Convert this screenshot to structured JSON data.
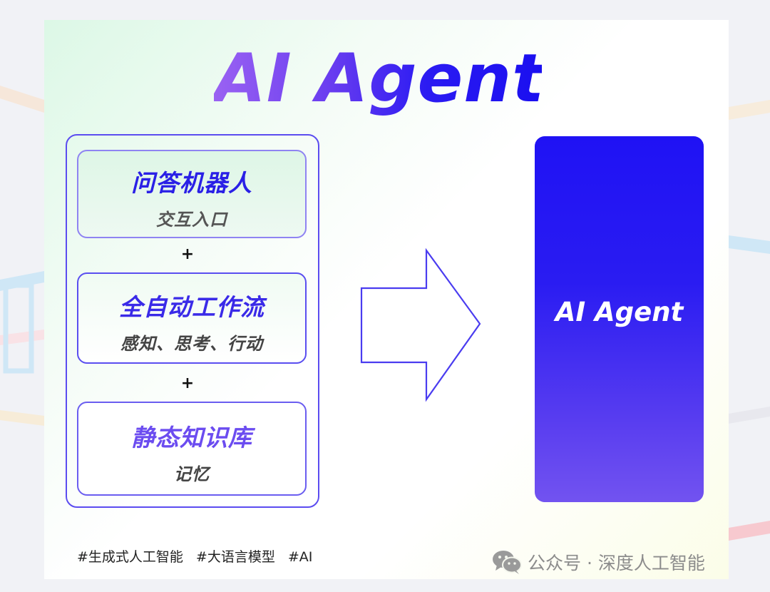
{
  "title": "AI Agent",
  "modules": [
    {
      "title": "问答机器人",
      "subtitle": "交互入口"
    },
    {
      "title": "全自动工作流",
      "subtitle": "感知、思考、行动"
    },
    {
      "title": "静态知识库",
      "subtitle": "记忆"
    }
  ],
  "operators": [
    "+",
    "+"
  ],
  "result": {
    "label": "AI Agent"
  },
  "tags": [
    "#生成式人工智能",
    "#大语言模型",
    "#AI"
  ],
  "watermark": {
    "icon": "wechat-icon",
    "text": "公众号 · 深度人工智能"
  },
  "colors": {
    "primary_blue": "#1f12f4",
    "purple": "#7253f0",
    "title_gradient_start": "#9a62f2",
    "title_gradient_end": "#1a0ff0"
  }
}
